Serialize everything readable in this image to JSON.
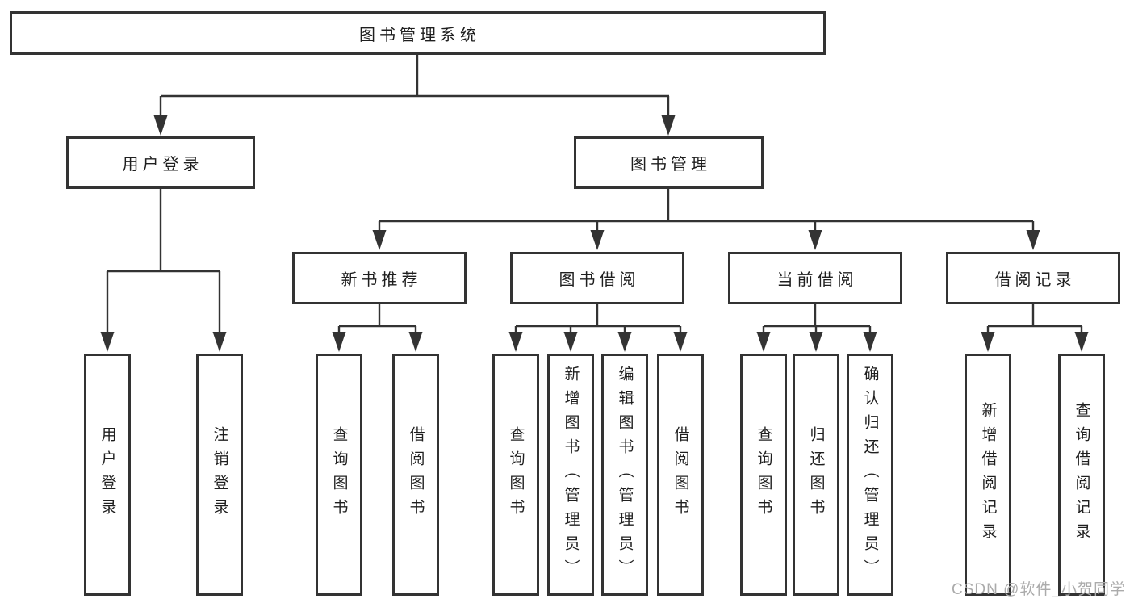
{
  "nodes": {
    "root": "图书管理系统",
    "user_login": "用户登录",
    "book_mgmt": "图书管理",
    "new_books": "新书推荐",
    "book_borrow": "图书借阅",
    "current_borrow": "当前借阅",
    "borrow_records": "借阅记录"
  },
  "leaves": {
    "user_login": [
      "用户登录",
      "注销登录"
    ],
    "new_books": [
      "查询图书",
      "借阅图书"
    ],
    "book_borrow": [
      "查询图书",
      "新增图书（管理员）",
      "编辑图书（管理员）",
      "借阅图书"
    ],
    "current_borrow": [
      "查询图书",
      "归还图书",
      "确认归还（管理员）"
    ],
    "borrow_records": [
      "新增借阅记录",
      "查询借阅记录"
    ]
  },
  "watermark": "CSDN @软件_小贺同学",
  "colors": {
    "line": "#333333",
    "box_border": "#333333",
    "text": "#1f1f1f",
    "watermark": "#ababab",
    "background": "#ffffff"
  }
}
